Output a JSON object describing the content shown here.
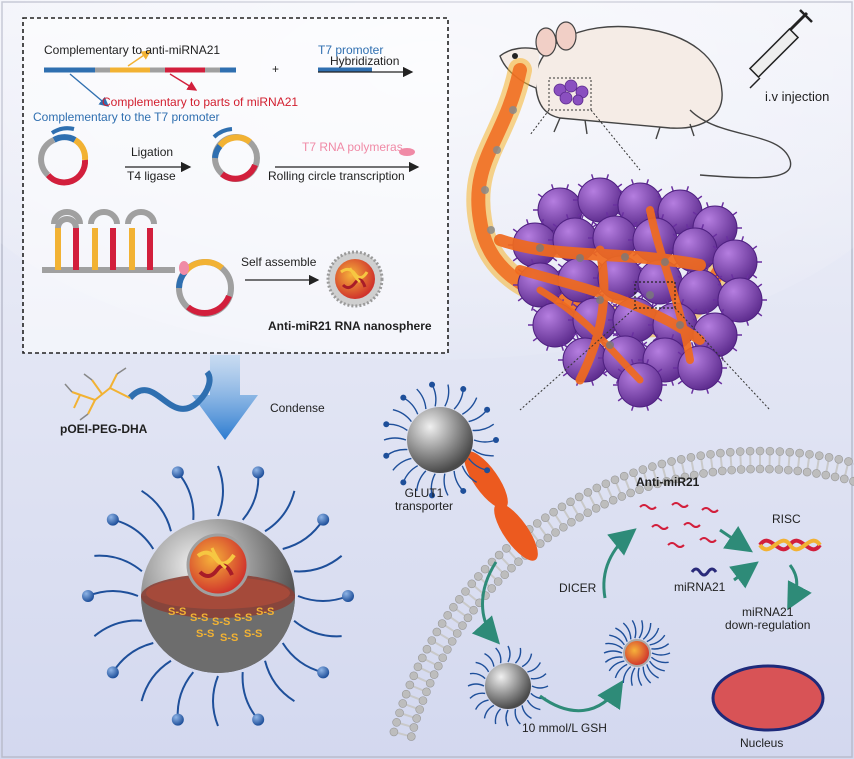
{
  "labels": {
    "complementary_anti": "Complementary to anti-miRNA21",
    "t7_promoter": "T7 promoter",
    "plus": "+",
    "hybridization": "Hybridization",
    "complementary_parts": "Complementary to parts of miRNA21",
    "complementary_t7": "Complementary to the T7 promoter",
    "ligation": "Ligation",
    "t4_ligase": "T4 ligase",
    "t7_rna_polymeras": "T7 RNA polymeras",
    "rolling_circle": "Rolling circle transcription",
    "self_assemble": "Self assemble",
    "nanosphere": "Anti-miR21 RNA nanosphere",
    "polymer": "pOEI-PEG-DHA",
    "condense": "Condense",
    "iv_injection": "i.v injection",
    "glut1": "GLUT1\ntransporter",
    "anti_mir21": "Anti-miR21",
    "risc": "RISC",
    "dicer": "DICER",
    "mirna21": "miRNA21",
    "downregulation": "miRNA21\ndown-regulation",
    "gsh": "10 mmol/L GSH",
    "nucleus": "Nucleus",
    "disulfide": "S-S"
  },
  "colors": {
    "strand_blue": "#2f6fb0",
    "strand_yellow": "#f2b233",
    "strand_red": "#d21f3c",
    "strand_gray": "#a0a0a0",
    "tumor_purple": "#7a3fb0",
    "vessel_orange": "#f06a1e",
    "transporter_orange": "#ec5a1f",
    "nucleus_red": "#d85356",
    "arrow_teal": "#2e8b78",
    "pink": "#f08aa6"
  }
}
